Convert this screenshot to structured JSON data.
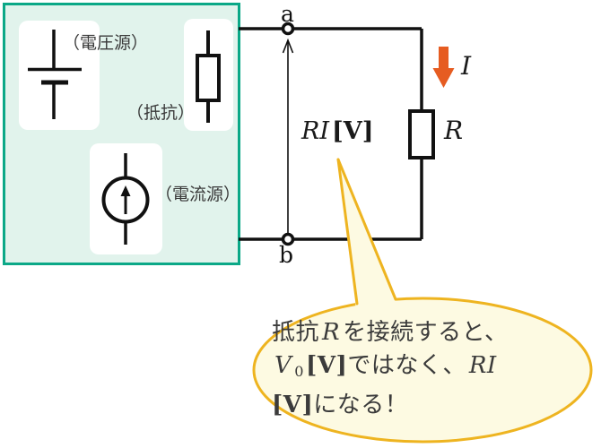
{
  "panel": {
    "voltage_source_label": "（電圧源）",
    "resistor_label": "（抵抗）",
    "current_source_label": "（電流源）"
  },
  "circuit": {
    "terminal_a": "a",
    "terminal_b": "b",
    "current_label": "I",
    "resistor_label": "R",
    "voltage_label": [
      {
        "t": "RI",
        "s": "math"
      },
      {
        "t": "[V]",
        "s": "mathbf"
      }
    ]
  },
  "bubble": {
    "lines": [
      [
        {
          "t": "抵抗",
          "s": "jp"
        },
        {
          "t": "R",
          "s": "math"
        },
        {
          "t": "を接続すると、",
          "s": "jp"
        }
      ],
      [
        {
          "t": "V",
          "s": "math"
        },
        {
          "t": "0",
          "s": "sub"
        },
        {
          "t": "[V]",
          "s": "mathbf"
        },
        {
          "t": "ではなく、",
          "s": "jp"
        },
        {
          "t": "RI",
          "s": "math"
        }
      ],
      [
        {
          "t": "[V]",
          "s": "mathbf"
        },
        {
          "t": "になる！",
          "s": "jp"
        }
      ]
    ]
  },
  "colors": {
    "panel_border": "#0ba887",
    "panel_fill": "#e1f3ec",
    "wire": "#111111",
    "current_arrow": "#e65c21",
    "bubble_border": "#eeb420",
    "bubble_fill": "#fdfae2",
    "text": "#3b3b3b"
  }
}
